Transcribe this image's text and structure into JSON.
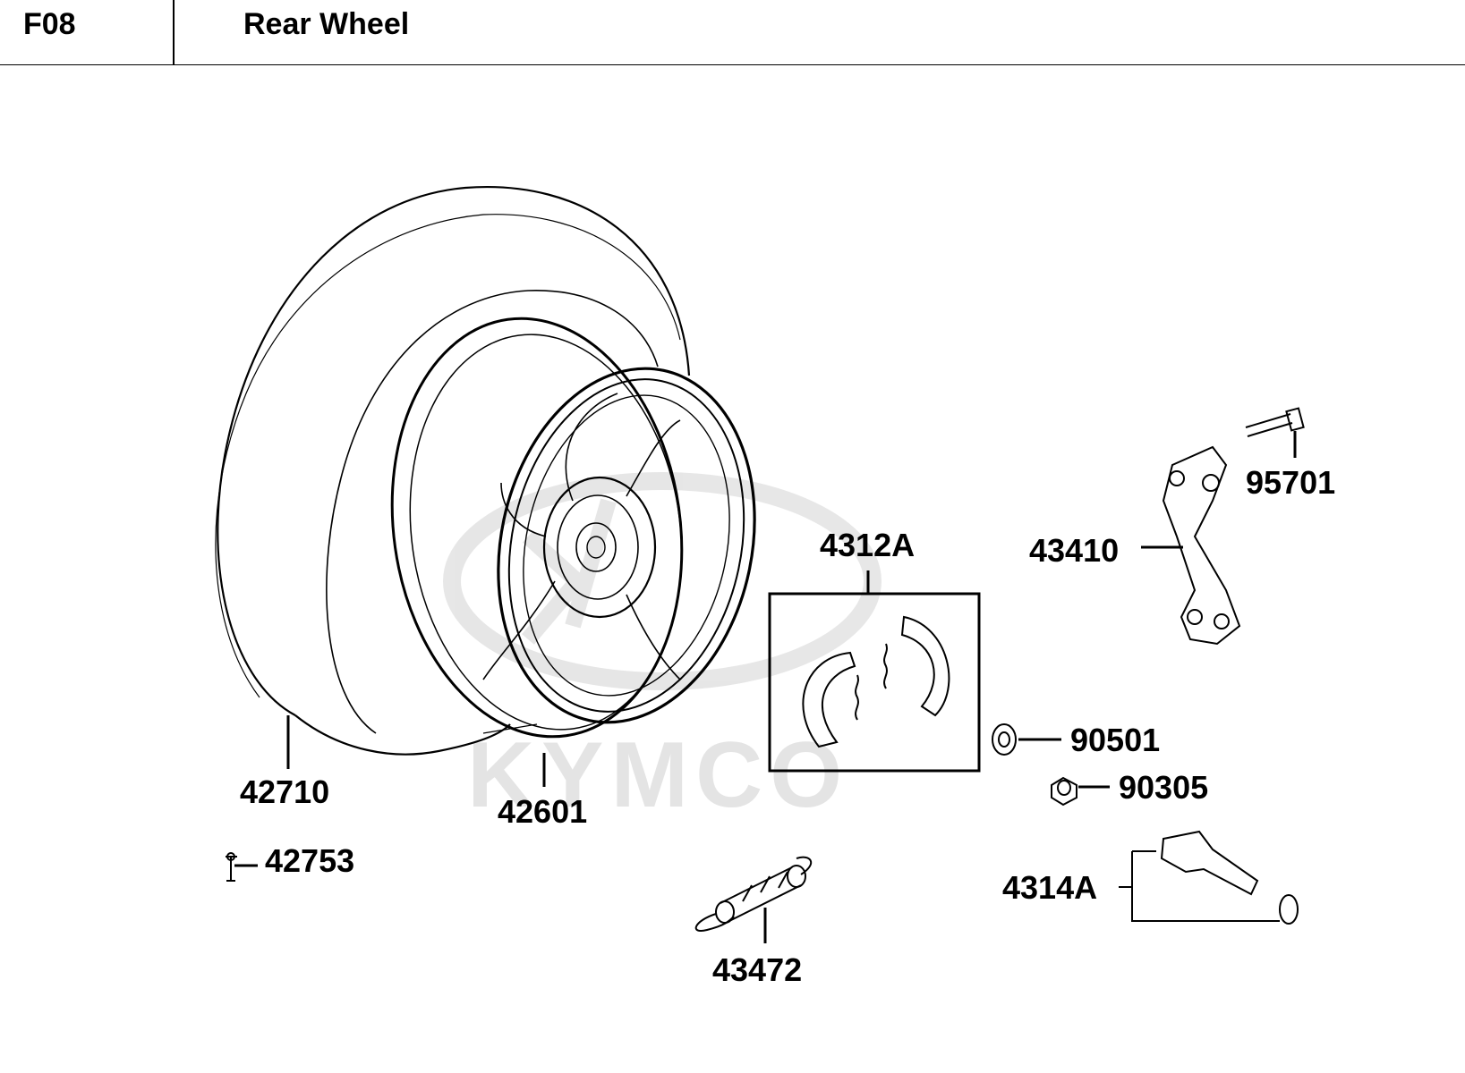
{
  "header": {
    "code": "F08",
    "title": "Rear Wheel"
  },
  "watermark": "KYMCO",
  "parts": {
    "tire": "42710",
    "rim": "42601",
    "valve": "42753",
    "spring": "43472",
    "brake_shoe_set": "4312A",
    "brake_arm": "43410",
    "bolt": "95701",
    "washer": "90501",
    "nut": "90305",
    "brake_cam_set": "4314A"
  }
}
